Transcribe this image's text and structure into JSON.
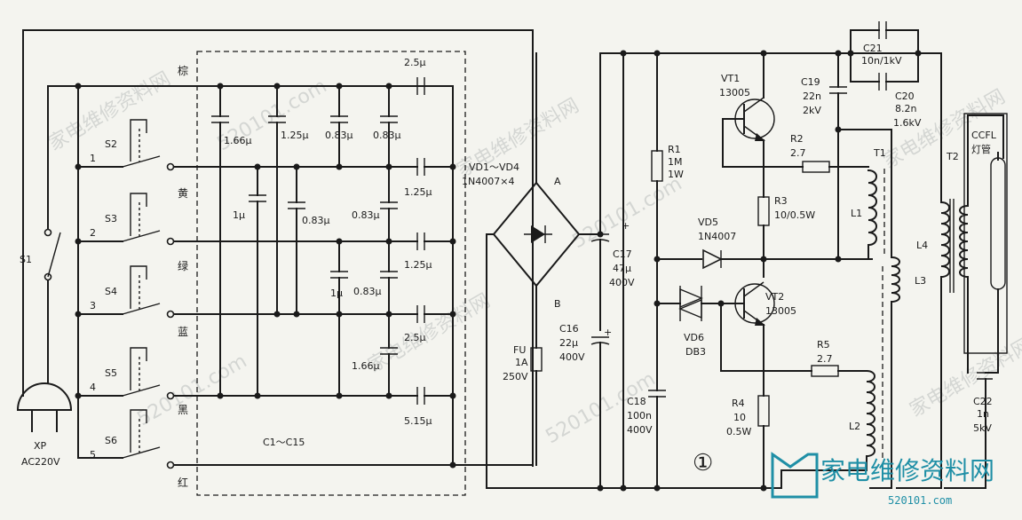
{
  "wires": {
    "brown": "棕",
    "yellow": "黄",
    "green": "绿",
    "blue": "蓝",
    "black": "黑",
    "red": "红"
  },
  "switches": {
    "S1": "S1",
    "S2": "S2",
    "S3": "S3",
    "S4": "S4",
    "S5": "S5",
    "S6": "S6",
    "n1": "1",
    "n2": "2",
    "n3": "3",
    "n4": "4",
    "n5": "5"
  },
  "plug": {
    "name": "XP",
    "rating": "AC220V"
  },
  "caps": {
    "c_2_5_top": "2.5μ",
    "c_1_66": "1.66μ",
    "c_1_25_a": "1.25μ",
    "c_0_83_a": "0.83μ",
    "c_0_83_b": "0.83μ",
    "c_1_25_b": "1.25μ",
    "c_1_a": "1μ",
    "c_0_83_c": "0.83μ",
    "c_0_83_d": "0.83μ",
    "c_1_25_c": "1.25μ",
    "c_1_b": "1μ",
    "c_0_83_e": "0.83μ",
    "c_2_5_b": "2.5μ",
    "c_1_66_b": "1.66μ",
    "c_5_15": "5.15μ",
    "range": "C1～C15"
  },
  "bridge": {
    "name": "VD1～VD4",
    "type": "1N4007×4",
    "A": "A",
    "B": "B"
  },
  "fuse": {
    "name": "FU",
    "rating1": "1A",
    "rating2": "250V"
  },
  "c16": {
    "name": "C16",
    "v1": "22μ",
    "v2": "400V"
  },
  "c17": {
    "name": "C17",
    "v1": "47μ",
    "v2": "400V"
  },
  "c18": {
    "name": "C18",
    "v1": "100n",
    "v2": "400V"
  },
  "r1": {
    "name": "R1",
    "v1": "1M",
    "v2": "1W"
  },
  "vt1": {
    "name": "VT1",
    "v1": "13005"
  },
  "vt2": {
    "name": "VT2",
    "v1": "13005"
  },
  "r2": {
    "name": "R2",
    "v1": "2.7"
  },
  "r3": {
    "name": "R3",
    "v1": "10/0.5W"
  },
  "r4": {
    "name": "R4",
    "v1": "10",
    "v2": "0.5W"
  },
  "r5": {
    "name": "R5",
    "v1": "2.7"
  },
  "vd5": {
    "name": "VD5",
    "v1": "1N4007"
  },
  "vd6": {
    "name": "VD6",
    "v1": "DB3"
  },
  "c19": {
    "name": "C19",
    "v1": "22n",
    "v2": "2kV"
  },
  "c20": {
    "name": "C20",
    "v1": "8.2n",
    "v2": "1.6kV"
  },
  "c21": {
    "name": "C21",
    "v1": "10n/1kV"
  },
  "c22": {
    "name": "C22",
    "v1": "1n",
    "v2": "5kV"
  },
  "t1": "T1",
  "t2": "T2",
  "l1": "L1",
  "l2": "L2",
  "l3": "L3",
  "l4": "L4",
  "ccfl": {
    "v1": "CCFL",
    "v2": "灯管"
  },
  "figure": "①",
  "brand": {
    "title": "家电维修资料网",
    "url": "520101.com",
    "url_full": "520101.com"
  },
  "watermarks": {
    "w1": "家电维修资料网",
    "w2": "520101.com"
  }
}
